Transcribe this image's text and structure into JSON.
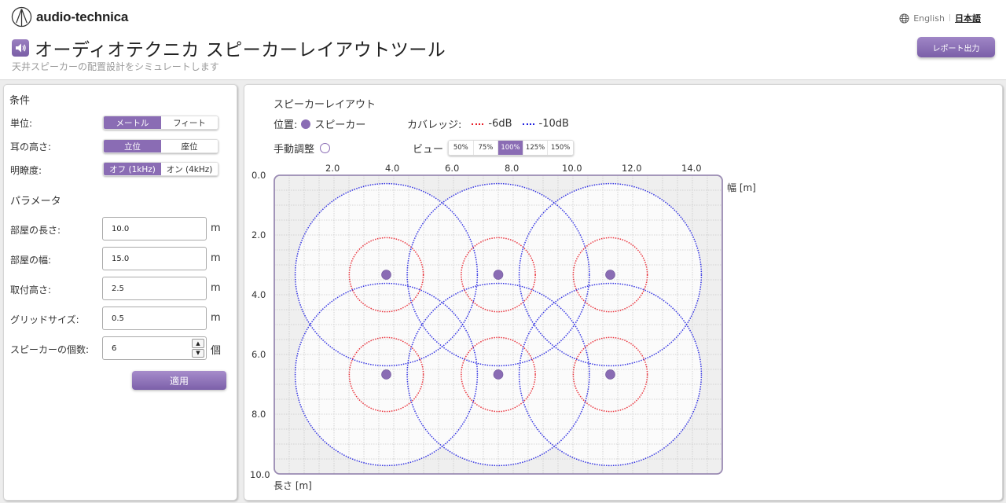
{
  "header": {
    "brand": "audio-technica",
    "title": "オーディオテクニカ スピーカーレイアウトツール",
    "subtitle": "天井スピーカーの配置設計をシミュレートします",
    "lang_en": "English",
    "lang_sep": "|",
    "lang_ja": "日本語",
    "report_button": "レポート出力"
  },
  "conditions": {
    "title": "条件",
    "unit": {
      "label": "単位:",
      "options": [
        "メートル",
        "フィート"
      ],
      "selected": 0
    },
    "ear_height": {
      "label": "耳の高さ:",
      "options": [
        "立位",
        "座位"
      ],
      "selected": 0
    },
    "clarity": {
      "label": "明瞭度:",
      "options": [
        "オフ (1kHz)",
        "オン (4kHz)"
      ],
      "selected": 0
    }
  },
  "parameters": {
    "title": "パラメータ",
    "room_length": {
      "label": "部屋の長さ:",
      "value": "10.0",
      "unit": "m"
    },
    "room_width": {
      "label": "部屋の幅:",
      "value": "15.0",
      "unit": "m"
    },
    "mount_height": {
      "label": "取付高さ:",
      "value": "2.5",
      "unit": "m"
    },
    "grid_size": {
      "label": "グリッドサイズ:",
      "value": "0.5",
      "unit": "m"
    },
    "speaker_count": {
      "label": "スピーカーの個数:",
      "value": "6",
      "unit": "個",
      "up": "▲",
      "down": "▼"
    },
    "apply_button": "適用"
  },
  "layout": {
    "title": "スピーカーレイアウト",
    "position_label": "位置:",
    "speaker_label": "スピーカー",
    "coverage_label": "カバレッジ:",
    "coverage_6db": "-6dB",
    "coverage_10db": "-10dB",
    "manual_label": "手動調整",
    "view_label": "ビュー",
    "view_options": [
      "50%",
      "75%",
      "100%",
      "125%",
      "150%"
    ],
    "view_selected": 2,
    "x_axis_label": "幅 [m]",
    "y_axis_label": "長さ [m]",
    "x_ticks": [
      "2.0",
      "4.0",
      "6.0",
      "8.0",
      "10.0",
      "12.0",
      "14.0"
    ],
    "y_ticks": [
      "0.0",
      "2.0",
      "4.0",
      "6.0",
      "8.0",
      "10.0"
    ]
  },
  "colors": {
    "accent": "#8a6cb4",
    "coverage_6db": "#e8202a",
    "coverage_10db": "#2020e0"
  },
  "chart_data": {
    "type": "scatter",
    "title": "スピーカーレイアウト",
    "xlabel": "幅 [m]",
    "ylabel": "長さ [m]",
    "xlim": [
      0,
      15
    ],
    "ylim": [
      0,
      10
    ],
    "grid": true,
    "grid_step": 0.5,
    "speakers": [
      {
        "x": 3.75,
        "y": 3.33
      },
      {
        "x": 7.5,
        "y": 3.33
      },
      {
        "x": 11.25,
        "y": 3.33
      },
      {
        "x": 3.75,
        "y": 6.67
      },
      {
        "x": 7.5,
        "y": 6.67
      },
      {
        "x": 11.25,
        "y": 6.67
      }
    ],
    "coverage_radius_6db": 1.24,
    "coverage_radius_10db": 3.05,
    "legend": [
      "スピーカー",
      "-6dB",
      "-10dB"
    ]
  }
}
